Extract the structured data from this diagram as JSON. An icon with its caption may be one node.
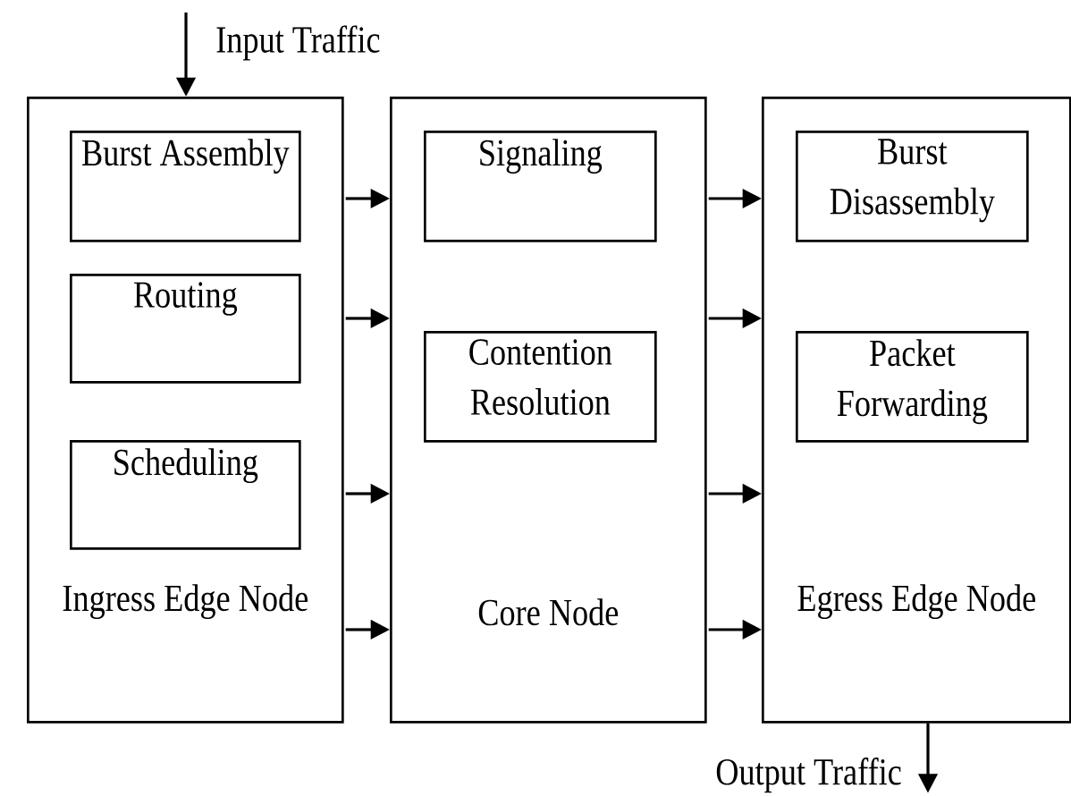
{
  "diagram": {
    "nodes": [
      {
        "text": [
          "Ingress Edge Node"
        ]
      },
      {
        "text": [
          "Burst Assembly"
        ],
        "in": 0
      },
      {
        "text": [
          "Routing"
        ],
        "in": 0
      },
      {
        "text": [
          "Scheduling"
        ],
        "in": 0
      },
      {
        "text": [
          "Core Node"
        ]
      },
      {
        "text": [
          "Signaling"
        ],
        "in": 4
      },
      {
        "text": [
          "Contention Resolution"
        ],
        "in": 4
      },
      {
        "text": [
          "Egress Edge Node"
        ]
      },
      {
        "text": [
          "Burst Disassembly"
        ],
        "in": 7
      },
      {
        "text": [
          "Packet Forwarding"
        ],
        "in": 7
      }
    ],
    "edges": [
      {
        "from": null,
        "to": 0,
        "arrow": "to",
        "label": "Input Traffic"
      },
      {
        "from": 0,
        "to": 4,
        "arrow": "to"
      },
      {
        "from": 0,
        "to": 4,
        "arrow": "to"
      },
      {
        "from": 0,
        "to": 4,
        "arrow": "to"
      },
      {
        "from": 0,
        "to": 4,
        "arrow": "to"
      },
      {
        "from": 4,
        "to": 7,
        "arrow": "to"
      },
      {
        "from": 4,
        "to": 7,
        "arrow": "to"
      },
      {
        "from": 4,
        "to": 7,
        "arrow": "to"
      },
      {
        "from": 4,
        "to": 7,
        "arrow": "to"
      },
      {
        "from": 7,
        "to": null,
        "arrow": "to",
        "label": "Output Traffic"
      }
    ]
  }
}
